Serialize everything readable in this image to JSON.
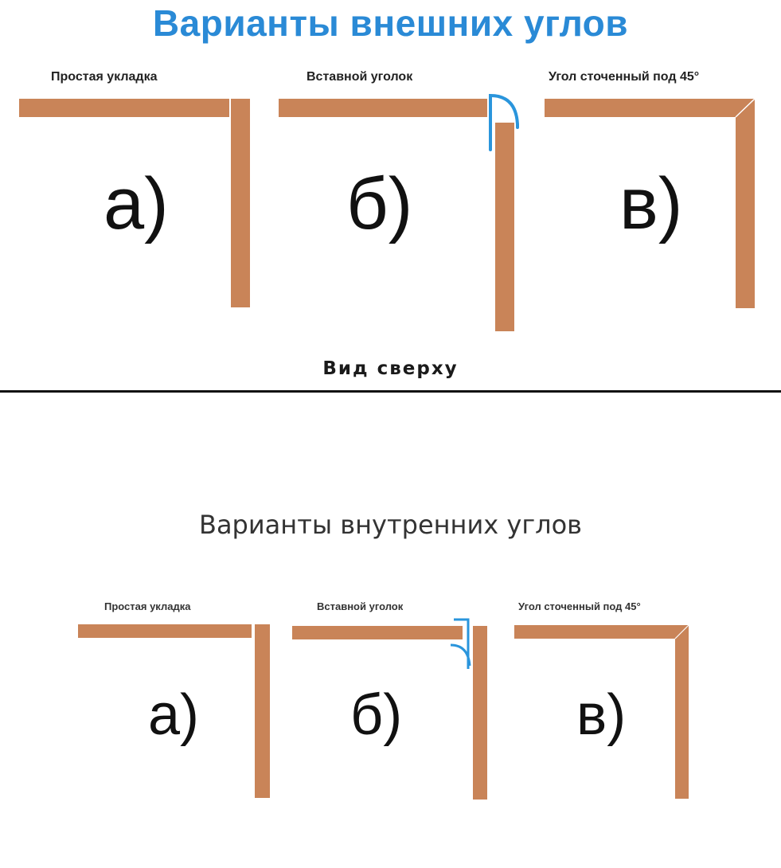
{
  "outer": {
    "title": "Варианты внешних углов",
    "captions": [
      "Простая укладка",
      "Вставной уголок",
      "Угол сточенный под 45°"
    ],
    "letters": [
      "а)",
      "б)",
      "в)"
    ],
    "view_label": "Вид сверху"
  },
  "inner": {
    "title": "Варианты внутренних углов",
    "captions": [
      "Простая укладка",
      "Вставной уголок",
      "Угол сточенный под 45°"
    ],
    "letters": [
      "а)",
      "б)",
      "в)"
    ]
  },
  "colors": {
    "board": "#c98458",
    "corner_profile": "#2a95dc",
    "title_blue": "#2a8ad6"
  }
}
